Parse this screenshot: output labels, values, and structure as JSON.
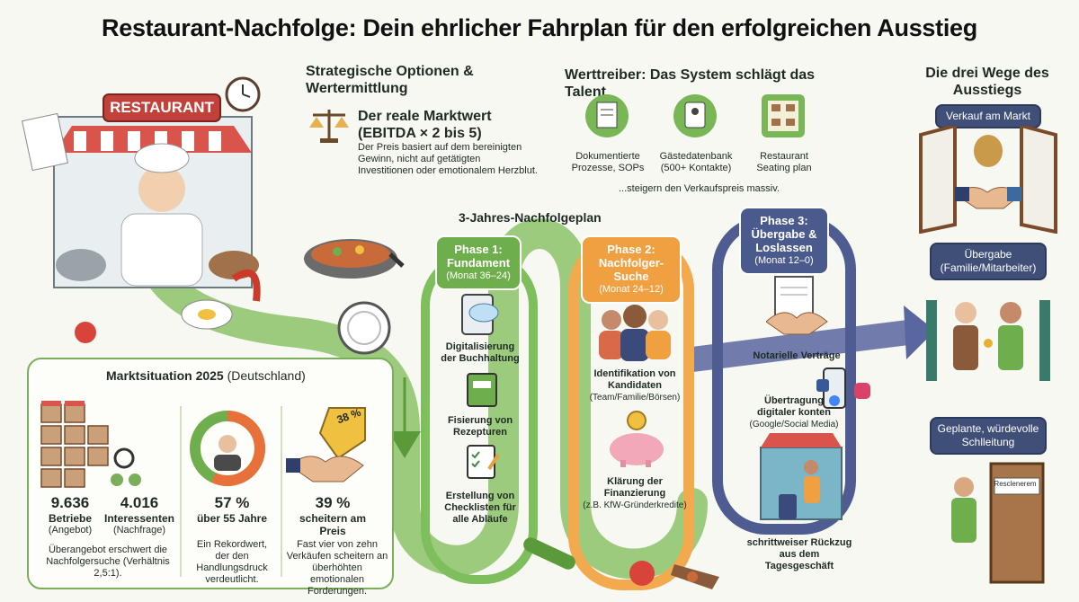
{
  "title": "Restaurant-Nachfolge: Dein ehrlicher Fahrplan für den erfolgreichen Ausstieg",
  "restaurant_sign": "RESTAURANT",
  "strategy": {
    "heading": "Strategische Optionen & Wertermittlung",
    "market_value_title": "Der reale Marktwert (EBITDA × 2 bis 5)",
    "market_value_text": "Der Preis basiert auf dem bereinigten Gewinn, nicht auf getätigten Investitionen oder emotionalem Herzblut."
  },
  "value_drivers": {
    "heading": "Werttreiber: Das System schlägt das Talent",
    "items": [
      {
        "label": "Dokumentierte Prozesse, SOPs"
      },
      {
        "label": "Gästedatenbank (500+ Kontakte)"
      },
      {
        "label": "Restaurant Seating plan"
      }
    ],
    "footer": "...steigern den Verkaufspreis massiv."
  },
  "plan_heading": "3-Jahres-Nachfolgeplan",
  "phases": [
    {
      "title": "Phase 1: Fundament",
      "period": "(Monat 36–24)",
      "color": "#6fae4c"
    },
    {
      "title": "Phase 2: Nachfolger-Suche",
      "period": "(Monat 24–12)",
      "color": "#f0a040"
    },
    {
      "title": "Phase 3: Übergabe & Loslassen",
      "period": "(Monat 12–0)",
      "color": "#4b5a8c"
    }
  ],
  "phase1_steps": [
    {
      "label": "Digitalisierung der Buchhaltung"
    },
    {
      "label": "Fisierung von Rezepturen"
    },
    {
      "label": "Erstellung von Checklisten für alle Abläufe"
    }
  ],
  "phase2_steps": [
    {
      "label": "Identifikation von Kandidaten",
      "sub": "(Team/Familie/Börsen)"
    },
    {
      "label": "Klärung der Finanzierung",
      "sub": "(z.B. KfW-Gründerkredite)"
    }
  ],
  "phase3_steps": [
    {
      "label": "Notarielle Verträge"
    },
    {
      "label": "Übertragung digitaler konten",
      "sub": "(Google/Social Media)"
    },
    {
      "label": "schrittweiser Rückzug aus dem Tagesgeschäft"
    }
  ],
  "exits": {
    "heading": "Die drei Wege des Ausstiegs",
    "paths": [
      {
        "label": "Verkauf am Markt"
      },
      {
        "label": "Übergabe (Familie/Mitarbeiter)"
      },
      {
        "label": "Geplante, würdevolle Schlleitung"
      }
    ],
    "door_sign": "Resclenerem"
  },
  "market": {
    "heading": "Marktsituation 2025",
    "heading_suffix": "(Deutschland)",
    "stats": [
      {
        "value": "9.636",
        "label": "Betriebe",
        "sub": "(Angebot)"
      },
      {
        "value": "4.016",
        "label": "Interessenten",
        "sub": "(Nachfrage)"
      },
      {
        "value": "57 %",
        "label": "über 55 Jahre"
      },
      {
        "value": "39 %",
        "label": "scheitern am Preis"
      }
    ],
    "notes": [
      "Überangebot erschwert die Nachfolgersuche (Verhältnis 2,5:1).",
      "Ein Rekordwert, der den Handlungsdruck verdeutlicht.",
      "Fast vier von zehn Verkäufen scheitern an überhöhten emotionalen Forderungen."
    ],
    "tag": "38 %",
    "donut_fraction": 0.57
  },
  "colors": {
    "green": "#6fae4c",
    "orange": "#f0a040",
    "navy": "#4b5a8c",
    "badge": "#3f4f78"
  }
}
